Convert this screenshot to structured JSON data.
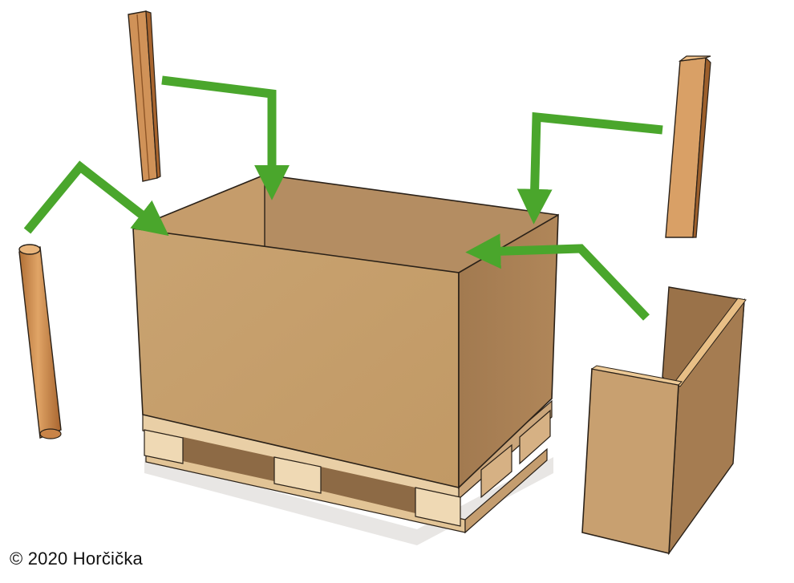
{
  "copyright": "© 2020 Horčička",
  "colors": {
    "background": "#ffffff",
    "arrow": "#4aa62c",
    "box_front": "#c8a170",
    "box_side": "#a9825a",
    "box_inner_back": "#b48d62",
    "box_inner_side": "#c29a6a",
    "outline": "#2a2118",
    "pallet_wood": "#e6c79a",
    "pallet_shadow": "#b89466",
    "post_light": "#d99a5c",
    "post_dark": "#a86a35"
  },
  "parts": [
    "cardboard-box",
    "pallet",
    "round-tube-post",
    "angle-edge-post",
    "square-post",
    "corner-insert-panel"
  ]
}
